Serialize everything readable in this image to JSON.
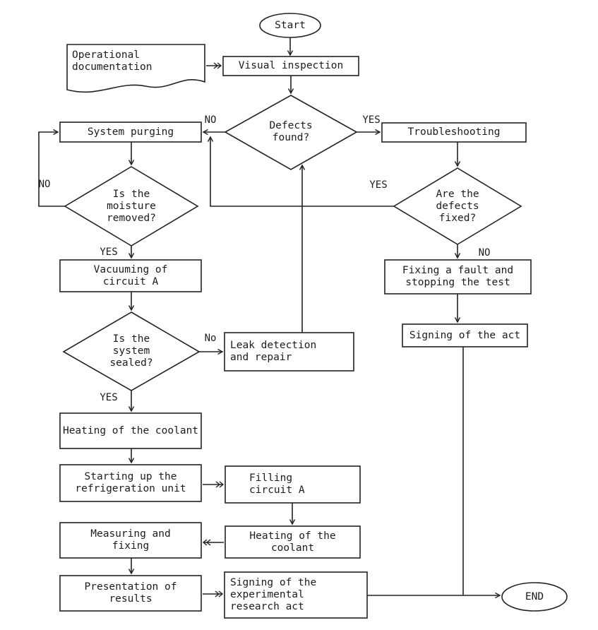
{
  "diagram": {
    "type": "flowchart",
    "background_color": "#ffffff",
    "line_color": "#222222",
    "nodes": {
      "start": {
        "shape": "ellipse",
        "label": "Start"
      },
      "operational_documentation": {
        "shape": "document",
        "label": "Operational\ndocumentation"
      },
      "visual_inspection": {
        "shape": "rect",
        "label": "Visual inspection"
      },
      "defects_found": {
        "shape": "diamond",
        "label": "Defects\nfound?"
      },
      "system_purging": {
        "shape": "rect",
        "label": "System purging"
      },
      "troubleshooting": {
        "shape": "rect",
        "label": "Troubleshooting"
      },
      "moisture_removed": {
        "shape": "diamond",
        "label": "Is the\nmoisture\nremoved?"
      },
      "defects_fixed": {
        "shape": "diamond",
        "label": "Are the\ndefects\nfixed?"
      },
      "vacuuming_circuit_a": {
        "shape": "rect",
        "label": "Vacuuming of\ncircuit A"
      },
      "fixing_fault": {
        "shape": "rect",
        "label": "Fixing a fault and\nstopping the test"
      },
      "system_sealed": {
        "shape": "diamond",
        "label": "Is the\nsystem\nsealed?"
      },
      "leak_detection": {
        "shape": "rect",
        "label": "Leak detection\nand repair"
      },
      "signing_act": {
        "shape": "rect",
        "label": "Signing of the act"
      },
      "heating_coolant_1": {
        "shape": "rect",
        "label": "Heating of the coolant"
      },
      "starting_refrigeration": {
        "shape": "rect",
        "label": "Starting up the\nrefrigeration unit"
      },
      "filling_circuit_a": {
        "shape": "rect",
        "label": "Filling\ncircuit A"
      },
      "heating_coolant_2": {
        "shape": "rect",
        "label": "Heating of the coolant"
      },
      "measuring_fixing": {
        "shape": "rect",
        "label": "Measuring and\nfixing"
      },
      "presentation_results": {
        "shape": "rect",
        "label": "Presentation of\nresults"
      },
      "signing_experimental": {
        "shape": "rect",
        "label": "Signing of the\nexperimental\nresearch act"
      },
      "end": {
        "shape": "ellipse",
        "label": "END"
      }
    },
    "edge_labels": {
      "defects_found_no": "NO",
      "defects_found_yes": "YES",
      "moisture_removed_no": "NO",
      "moisture_removed_yes": "YES",
      "defects_fixed_yes": "YES",
      "defects_fixed_no": "NO",
      "system_sealed_no": "No",
      "system_sealed_yes": "YES"
    }
  }
}
